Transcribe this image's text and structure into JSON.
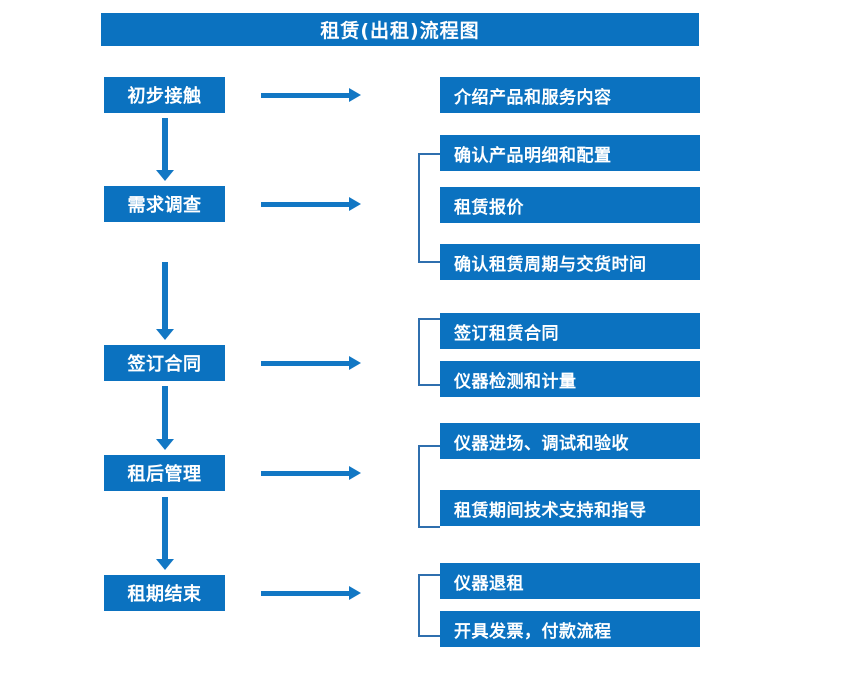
{
  "diagram": {
    "title": "租赁(出租)流程图",
    "accent_color": "#0b72c0",
    "arrow_color": "#1277c4",
    "bracket_color": "#2f6fae",
    "text_color": "#ffffff",
    "stages": [
      {
        "id": "stage-1",
        "label": "初步接触"
      },
      {
        "id": "stage-2",
        "label": "需求调查"
      },
      {
        "id": "stage-3",
        "label": "签订合同"
      },
      {
        "id": "stage-4",
        "label": "租后管理"
      },
      {
        "id": "stage-5",
        "label": "租期结束"
      }
    ],
    "groups": [
      {
        "id": "group-1",
        "for_stage": "初步接触",
        "has_bracket": false,
        "items": [
          {
            "label": "介绍产品和服务内容"
          }
        ]
      },
      {
        "id": "group-2",
        "for_stage": "需求调查",
        "has_bracket": true,
        "items": [
          {
            "label": "确认产品明细和配置"
          },
          {
            "label": "租赁报价"
          },
          {
            "label": "确认租赁周期与交货时间"
          }
        ]
      },
      {
        "id": "group-3",
        "for_stage": "签订合同",
        "has_bracket": true,
        "items": [
          {
            "label": "签订租赁合同"
          },
          {
            "label": "仪器检测和计量"
          }
        ]
      },
      {
        "id": "group-4",
        "for_stage": "租后管理",
        "has_bracket": true,
        "items": [
          {
            "label": "仪器进场、调试和验收"
          },
          {
            "label": "租赁期间技术支持和指导"
          }
        ]
      },
      {
        "id": "group-5",
        "for_stage": "租期结束",
        "has_bracket": true,
        "items": [
          {
            "label": "仪器退租"
          },
          {
            "label": "开具发票，付款流程"
          }
        ]
      }
    ],
    "flow_arrows": {
      "vertical_count": 4,
      "horizontal_count": 5
    }
  }
}
